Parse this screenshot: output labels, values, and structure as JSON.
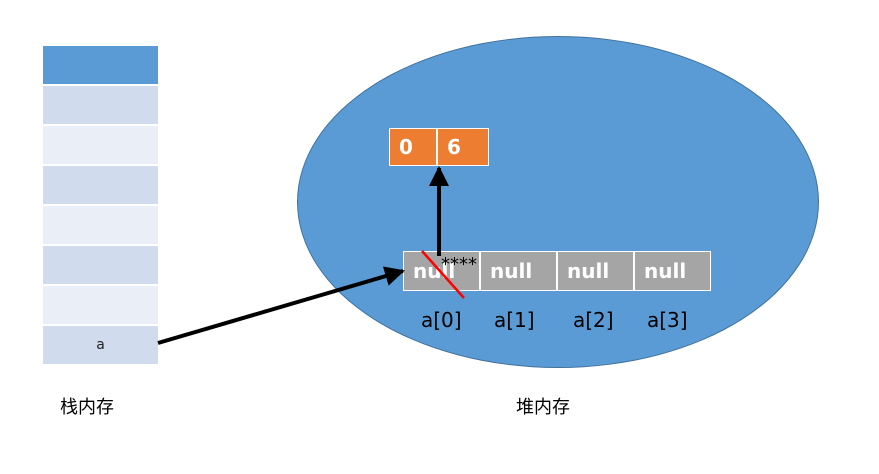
{
  "stack": {
    "cells": [
      "",
      "",
      "",
      "",
      "",
      "",
      "",
      "a"
    ],
    "label": "栈内存",
    "top_cell_color": "#5b9bd5",
    "stripe_colors": [
      "#d0dbee",
      "#e9eef7"
    ]
  },
  "heap": {
    "label": "堆内存",
    "color": "#5b9bd5",
    "object": {
      "values": [
        "0",
        "6"
      ],
      "color": "#ed7d31"
    },
    "array": {
      "values": [
        "null",
        "null",
        "null",
        "null"
      ],
      "indices": [
        "a[0]",
        "a[1]",
        "a[2]",
        "a[3]"
      ],
      "color": "#a5a5a5"
    },
    "annotation": "****"
  }
}
